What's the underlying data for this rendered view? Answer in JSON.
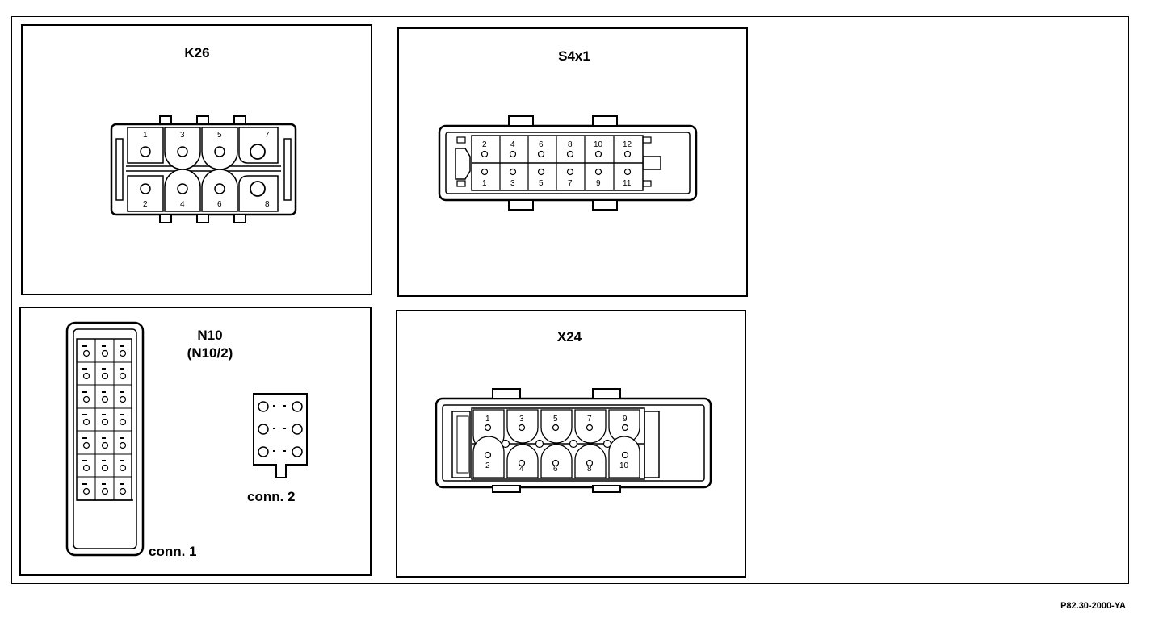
{
  "panels": {
    "k26": {
      "title": "K26",
      "top_pins": [
        "1",
        "3",
        "5",
        "7"
      ],
      "bottom_pins": [
        "2",
        "4",
        "6",
        "8"
      ]
    },
    "s4x1": {
      "title": "S4x1",
      "top_pins": [
        "2",
        "4",
        "6",
        "8",
        "10",
        "12"
      ],
      "bottom_pins": [
        "1",
        "3",
        "5",
        "7",
        "9",
        "11"
      ]
    },
    "n10": {
      "title": "N10",
      "subtitle": "(N10/2)",
      "conn1_label": "conn. 1",
      "conn2_label": "conn. 2"
    },
    "x24": {
      "title": "X24",
      "top_pins": [
        "1",
        "3",
        "5",
        "7",
        "9"
      ],
      "bottom_pins": [
        "2",
        "4",
        "6",
        "8",
        "10"
      ]
    }
  },
  "reference_code": "P82.30-2000-YA"
}
